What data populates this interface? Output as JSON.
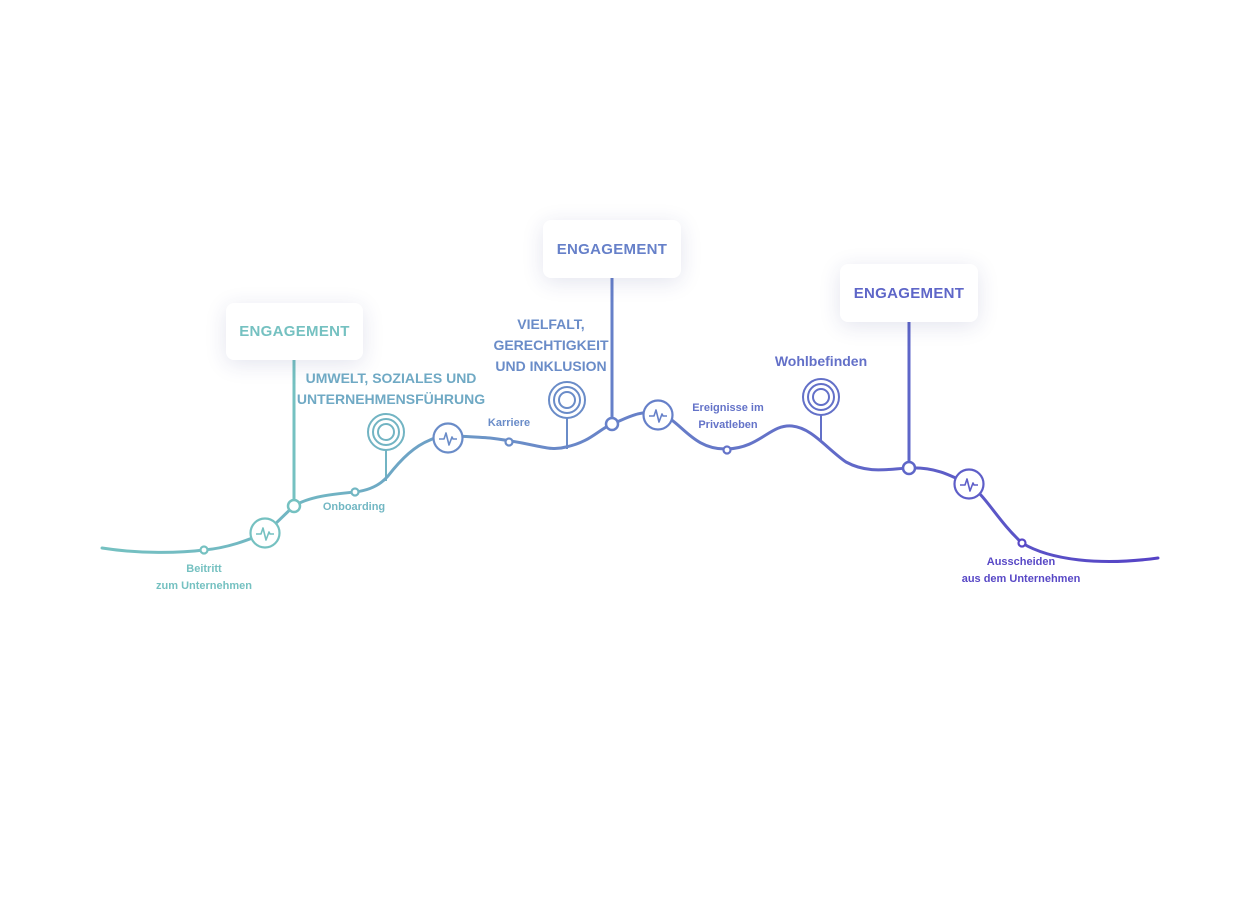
{
  "colors": {
    "teal": "#75C1C1",
    "steel_blue": "#6B9CC7",
    "blue": "#6680C9",
    "indigo": "#5E66C8",
    "violet": "#5848C6"
  },
  "engagement_cards": [
    {
      "label": "ENGAGEMENT"
    },
    {
      "label": "ENGAGEMENT"
    },
    {
      "label": "ENGAGEMENT"
    }
  ],
  "milestones": {
    "beitritt": {
      "line1": "Beitritt",
      "line2": "zum Unternehmen"
    },
    "onboarding": "Onboarding",
    "karriere": "Karriere",
    "ereignisse": {
      "line1": "Ereignisse im",
      "line2": "Privatleben"
    },
    "ausscheiden": {
      "line1": "Ausscheiden",
      "line2": "aus dem Unternehmen"
    }
  },
  "topics": {
    "umwelt": {
      "line1": "UMWELT, SOZIALES UND",
      "line2": "UNTERNEHMENSFÜHRUNG"
    },
    "vielfalt": {
      "line1": "VIELFALT,",
      "line2": "GERECHTIGKEIT",
      "line3": "UND INKLUSION"
    },
    "wohlbefinden": "Wohlbefinden"
  },
  "icons": {
    "pulse": "pulse-icon",
    "target": "target-icon",
    "node": "node-circle"
  }
}
